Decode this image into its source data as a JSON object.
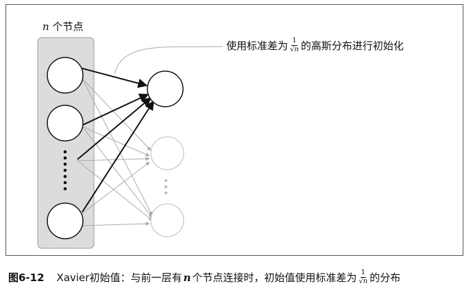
{
  "layer_label": {
    "var": "n",
    "text": "个节点"
  },
  "annotation": {
    "prefix": "使用标准差为",
    "frac_num": "1",
    "frac_den": "√n",
    "suffix": "的高斯分布进行初始化"
  },
  "caption": {
    "figure_number": "图6-12",
    "text_a": "Xavier初始值：与前一层有",
    "var": "n",
    "text_b": "个节点连接时，初始值使用标准差为",
    "frac_num": "1",
    "frac_den": "√n",
    "text_c": "的分布"
  },
  "colors": {
    "box_fill": "#dcdcdc",
    "active_edge": "#111111",
    "faded_edge": "#aaaaaa",
    "faded_node": "#bbbbbb"
  }
}
